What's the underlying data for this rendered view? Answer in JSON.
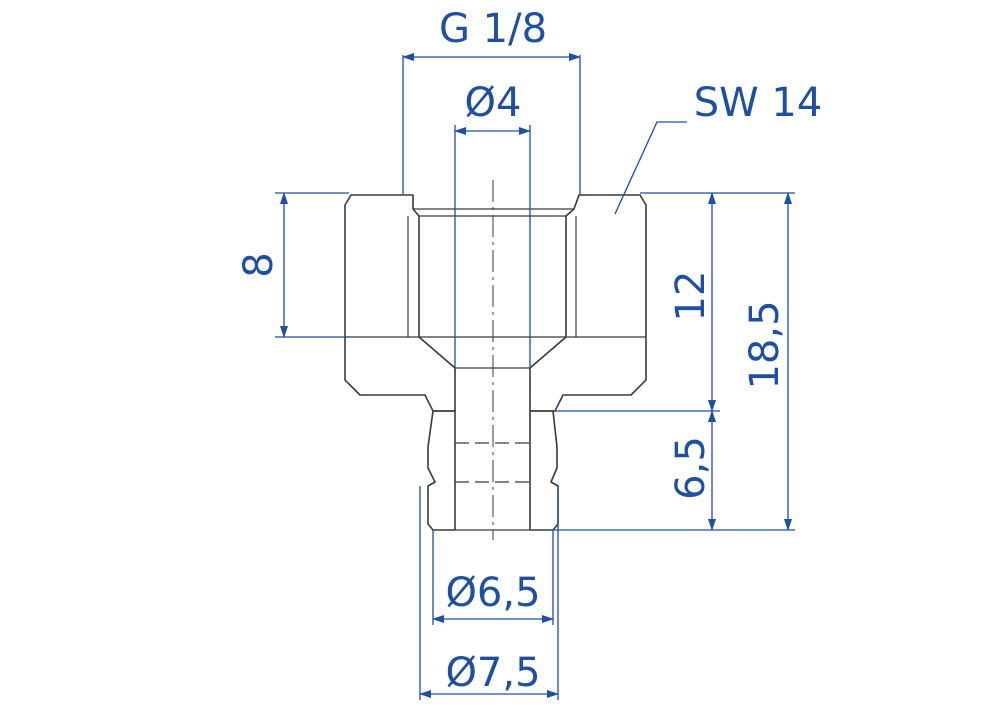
{
  "drawing": {
    "dimension_color": "#1f4fa0",
    "part_color": "#3a3a3a",
    "labels": {
      "thread": "G 1/8",
      "bore": "Ø4",
      "wrench_size": "SW 14",
      "thread_depth": "8",
      "body_length": "12",
      "total_length": "18,5",
      "spigot_length": "6,5",
      "spigot_inner": "Ø6,5",
      "spigot_outer": "Ø7,5"
    }
  }
}
